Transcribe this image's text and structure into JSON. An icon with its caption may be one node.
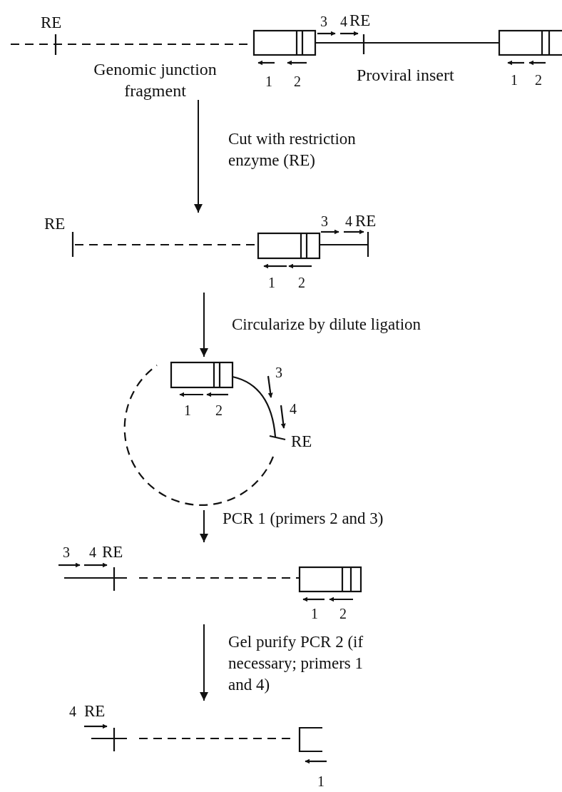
{
  "diagram": {
    "nodes": [
      {
        "text": [],
        "shape": "picture"
      },
      {
        "text": [],
        "shape": "picture"
      },
      {
        "text": [],
        "shape": "picture"
      },
      {
        "text": [],
        "shape": "picture"
      },
      {
        "text": [],
        "shape": "picture"
      }
    ],
    "edges": [
      {
        "from": 0,
        "to": 1,
        "arrow": "to",
        "label": "Cut with restriction enzyme (RE)"
      },
      {
        "from": 1,
        "to": 2,
        "arrow": "to",
        "label": "Circularize by dilute ligation"
      },
      {
        "from": 2,
        "to": 3,
        "arrow": "to",
        "label": "PCR 1 (primers 2 and 3)"
      },
      {
        "from": 3,
        "to": 4,
        "arrow": "to",
        "label": "Gel purify PCR 2 (if necessary; primers 1 and 4)"
      }
    ],
    "labels": [
      "RE",
      "3",
      "4",
      "RE",
      "Genomic junction fragment",
      "1",
      "2",
      "Proviral insert",
      "1",
      "2",
      "RE",
      "3",
      "4",
      "RE",
      "1",
      "2",
      "3",
      "1",
      "2",
      "4",
      "RE",
      "3",
      "4",
      "RE",
      "1",
      "2",
      "4",
      "RE",
      "1"
    ]
  }
}
